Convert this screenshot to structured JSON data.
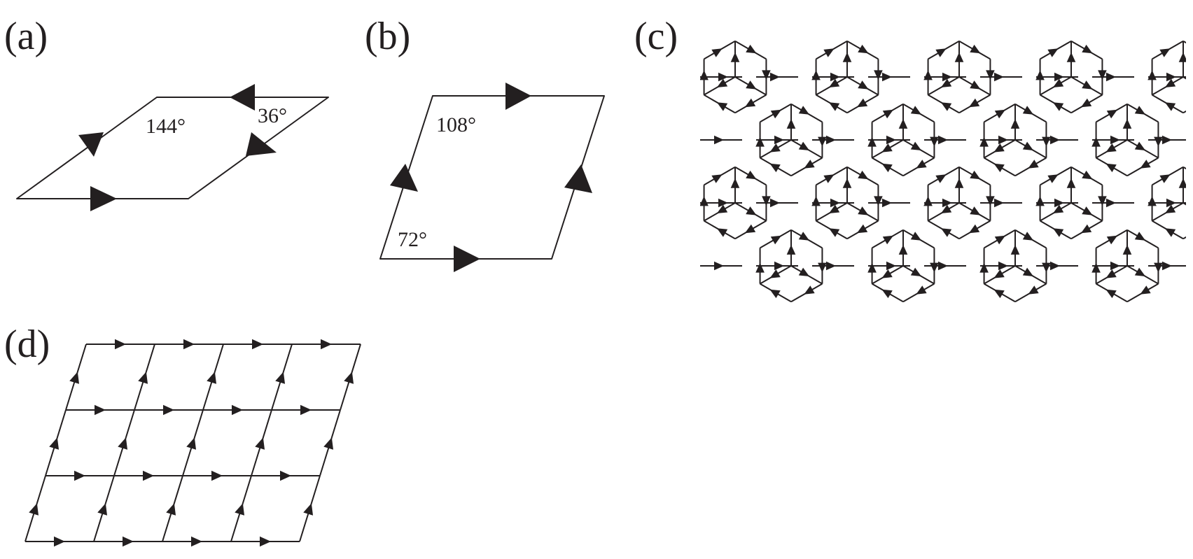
{
  "figure": {
    "panel_labels": {
      "a": "(a)",
      "b": "(b)",
      "c": "(c)",
      "d": "(d)"
    },
    "panel_a": {
      "shape": "rhombus",
      "angles": {
        "obtuse": "144°",
        "acute": "36°"
      }
    },
    "panel_b": {
      "shape": "rhombus",
      "angles": {
        "obtuse": "108°",
        "acute": "72°"
      }
    },
    "panel_c": {
      "description_tag": "decorated-rhombus-tiling"
    },
    "panel_d": {
      "description_tag": "periodic-rhombus-lattice",
      "columns": 4,
      "rows": 3
    },
    "colors": {
      "ink": "#231f20",
      "background": "#ffffff"
    }
  }
}
